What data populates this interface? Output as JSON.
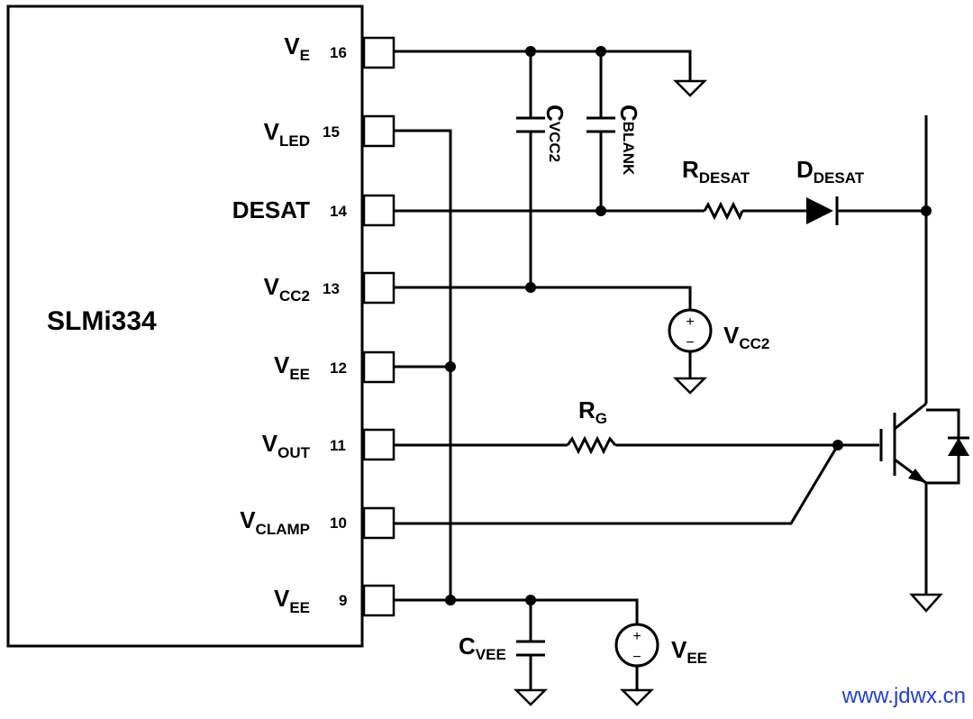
{
  "chip": {
    "name": "SLMi334"
  },
  "pins": [
    {
      "number": "16",
      "main": "V",
      "sub": "E"
    },
    {
      "number": "15",
      "main": "V",
      "sub": "LED"
    },
    {
      "number": "14",
      "main": "DESAT",
      "sub": ""
    },
    {
      "number": "13",
      "main": "V",
      "sub": "CC2"
    },
    {
      "number": "12",
      "main": "V",
      "sub": "EE"
    },
    {
      "number": "11",
      "main": "V",
      "sub": "OUT"
    },
    {
      "number": "10",
      "main": "V",
      "sub": "CLAMP"
    },
    {
      "number": "9",
      "main": "V",
      "sub": "EE"
    }
  ],
  "components": {
    "cvcc2": {
      "main": "C",
      "sub": "VCC2"
    },
    "cblank": {
      "main": "C",
      "sub": "BLANK"
    },
    "rdesat": {
      "main": "R",
      "sub": "DESAT"
    },
    "ddesat": {
      "main": "D",
      "sub": "DESAT"
    },
    "vcc2": {
      "main": "V",
      "sub": "CC2"
    },
    "rg": {
      "main": "R",
      "sub": "G"
    },
    "cvee": {
      "main": "C",
      "sub": "VEE"
    },
    "vee": {
      "main": "V",
      "sub": "EE"
    }
  },
  "source_symbols": {
    "plus": "+",
    "minus": "−"
  },
  "watermark": "www.jdwx.cn",
  "colors": {
    "wire": "#000000",
    "watermark": "#1f3fd6",
    "background": "#ffffff"
  }
}
